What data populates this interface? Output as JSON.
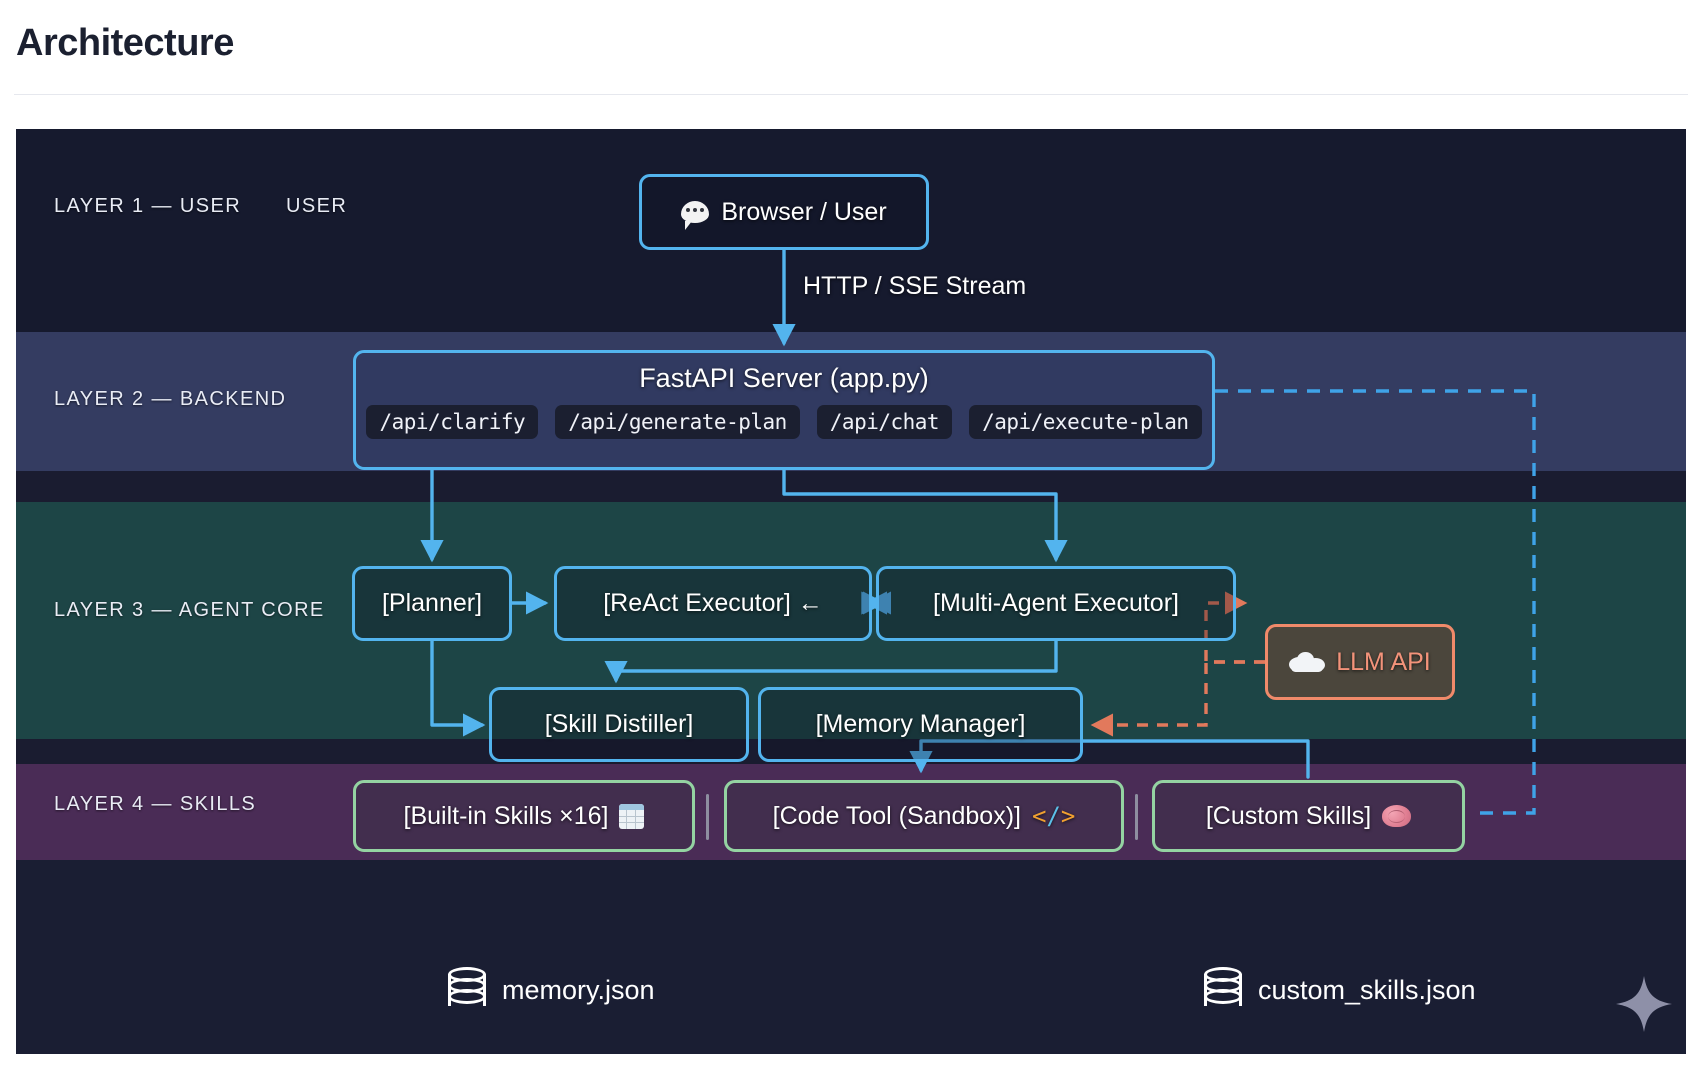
{
  "header": {
    "title": "Architecture"
  },
  "diagram": {
    "layers": [
      {
        "id": "layer-1",
        "label": "LAYER 1 — USER",
        "sub_label": "USER",
        "band_color": "#161a2e"
      },
      {
        "id": "layer-2",
        "label": "LAYER 2 — BACKEND",
        "band_color": "#343c61"
      },
      {
        "id": "layer-3",
        "label": "LAYER 3 — AGENT CORE",
        "band_color": "#1d4546"
      },
      {
        "id": "layer-4",
        "label": "LAYER 4 — SKILLS",
        "band_color": "#4a2c56"
      }
    ],
    "nodes": {
      "browser": {
        "label": "Browser / User",
        "icon": "speech-bubble-icon",
        "border_color": "#53b4ee"
      },
      "fastapi": {
        "title": "FastAPI Server (app.py)",
        "border_color": "#53b4ee",
        "endpoints": [
          "/api/clarify",
          "/api/generate-plan",
          "/api/chat",
          "/api/execute-plan"
        ]
      },
      "planner": {
        "label": "[Planner]",
        "border_color": "#53b4ee"
      },
      "react_executor": {
        "label": "[ReAct Executor] ←",
        "border_color": "#53b4ee"
      },
      "multi_agent": {
        "label": "[Multi-Agent Executor]",
        "border_color": "#53b4ee"
      },
      "skill_distiller": {
        "label": "[Skill Distiller]",
        "border_color": "#53b4ee"
      },
      "memory_manager": {
        "label": "[Memory Manager]",
        "border_color": "#53b4ee"
      },
      "llm_api": {
        "label": "LLM API",
        "icon": "cloud-icon",
        "border_color": "#f08a6a",
        "text_color": "#f3937a"
      },
      "builtin_skills": {
        "label": "[Built-in Skills ×16]",
        "icon": "spreadsheet-icon",
        "border_color": "#94d3a2"
      },
      "code_tool": {
        "label": "[Code Tool (Sandbox)]",
        "icon": "code-brackets-icon",
        "border_color": "#94d3a2"
      },
      "custom_skills": {
        "label": "[Custom Skills]",
        "icon": "brain-icon",
        "border_color": "#94d3a2"
      }
    },
    "edges": [
      {
        "from": "browser",
        "to": "fastapi",
        "label": "HTTP / SSE Stream",
        "style": "solid",
        "color": "#53b4ee"
      },
      {
        "from": "fastapi",
        "to": "planner",
        "style": "solid",
        "color": "#53b4ee"
      },
      {
        "from": "fastapi",
        "to": "multi_agent",
        "style": "solid",
        "color": "#53b4ee"
      },
      {
        "from": "planner",
        "to": "react_executor",
        "style": "solid",
        "color": "#53b4ee"
      },
      {
        "from": "react_executor",
        "to": "multi_agent",
        "style": "solid-bidirectional",
        "color": "#53b4ee"
      },
      {
        "from": "planner",
        "to": "skill_distiller",
        "style": "solid",
        "color": "#53b4ee"
      },
      {
        "from": "multi_agent",
        "to": "skill_distiller",
        "style": "solid",
        "color": "#53b4ee"
      },
      {
        "from": "llm_api",
        "to": "multi_agent",
        "style": "dashed",
        "color": "#e2795c"
      },
      {
        "from": "llm_api",
        "to": "memory_manager",
        "style": "dashed",
        "color": "#e2795c"
      },
      {
        "from": "custom_skills",
        "to": "memory_manager",
        "style": "solid",
        "color": "#53b4ee"
      },
      {
        "from": "fastapi",
        "to": "custom_skills",
        "style": "dashed",
        "color": "#3fa3e8"
      }
    ],
    "edge_labels": {
      "http_sse": "HTTP / SSE Stream"
    },
    "footer": {
      "items": [
        {
          "label": "memory.json",
          "icon": "database-icon"
        },
        {
          "label": "custom_skills.json",
          "icon": "database-icon"
        }
      ],
      "sparkle_icon": "sparkle-icon",
      "sparkle_color": "#8e90a8"
    }
  }
}
